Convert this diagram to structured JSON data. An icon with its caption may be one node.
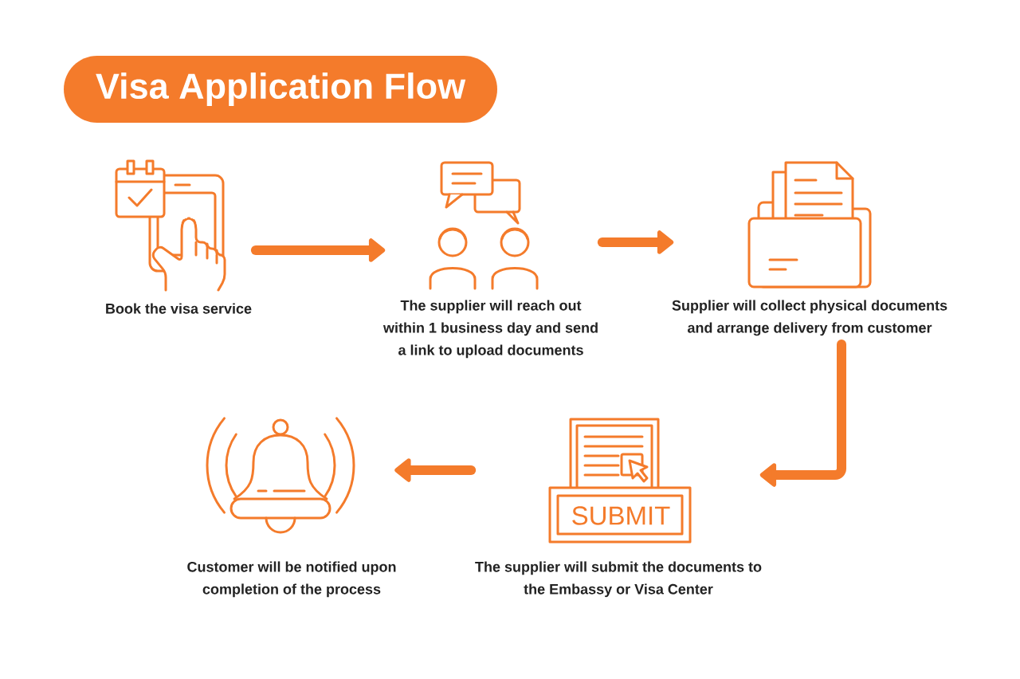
{
  "diagram": {
    "title": "Visa Application Flow",
    "nodes": [
      {
        "text": [
          "Book the visa service"
        ]
      },
      {
        "text": [
          "The supplier will reach out within 1 business day and send a link to upload documents"
        ]
      },
      {
        "text": [
          "Supplier will collect physical documents and arrange delivery from customer"
        ]
      },
      {
        "text": [
          "The supplier will submit the documents to the Embassy or Visa Center"
        ]
      },
      {
        "text": [
          "Customer will be notified upon completion of the process"
        ]
      }
    ],
    "edges": [
      {
        "from": 0,
        "to": 1,
        "arrow": "to"
      },
      {
        "from": 1,
        "to": 2,
        "arrow": "to"
      },
      {
        "from": 2,
        "to": 3,
        "arrow": "to"
      },
      {
        "from": 3,
        "to": 4,
        "arrow": "to"
      }
    ],
    "labels": [
      "SUBMIT"
    ]
  }
}
